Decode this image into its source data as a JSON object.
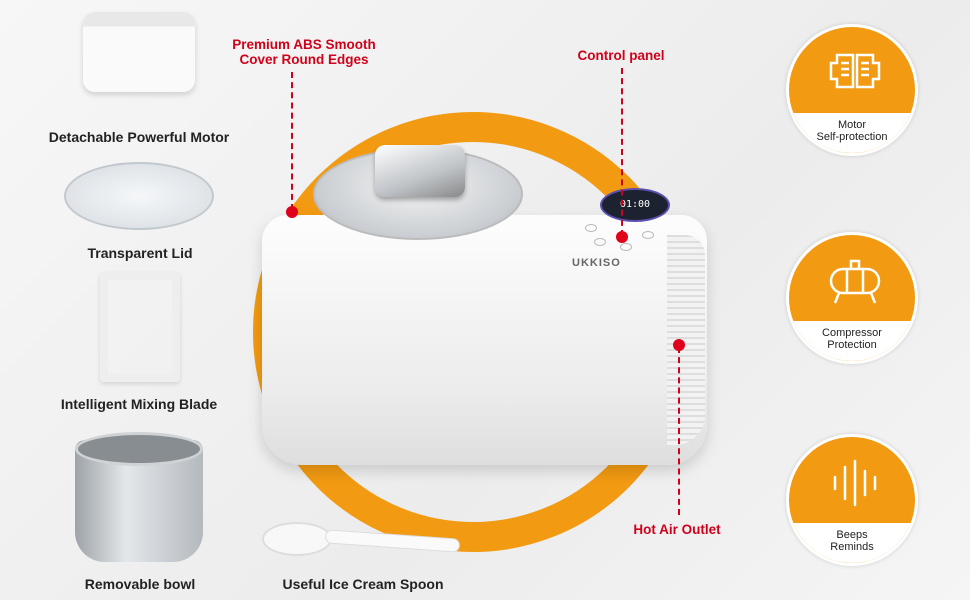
{
  "left_items": [
    {
      "label": "Detachable Powerful Motor"
    },
    {
      "label": "Transparent Lid"
    },
    {
      "label": "Intelligent Mixing Blade"
    },
    {
      "label": "Removable bowl"
    }
  ],
  "spoon": {
    "label": "Useful Ice Cream Spoon"
  },
  "callouts": {
    "cover_line1": "Premium ABS Smooth",
    "cover_line2": "Cover Round Edges",
    "control": "Control panel",
    "outlet": "Hot Air Outlet"
  },
  "machine": {
    "brand": "UKKISO",
    "display": "01:00"
  },
  "features": [
    {
      "icon": "motor-icon",
      "line1": "Motor",
      "line2": "Self-protection"
    },
    {
      "icon": "compressor-icon",
      "line1": "Compressor",
      "line2": "Protection"
    },
    {
      "icon": "sound-wave-icon",
      "line1": "Beeps",
      "line2": "Reminds"
    }
  ],
  "colors": {
    "accent": "#f29a12",
    "callout": "#d0021b"
  }
}
